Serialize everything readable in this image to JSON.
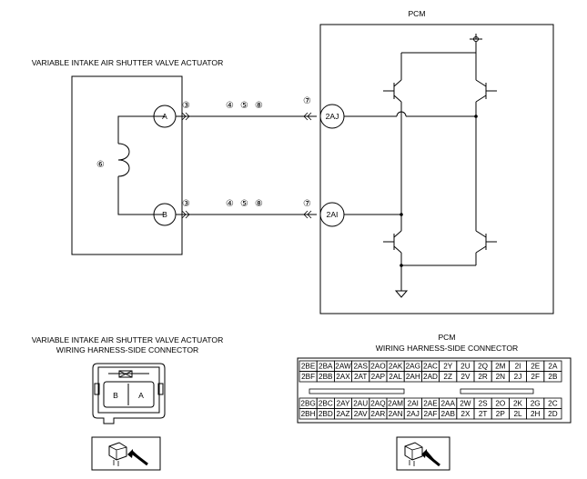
{
  "labels": {
    "pcm_title": "PCM",
    "actuator_title": "VARIABLE INTAKE AIR SHUTTER VALVE ACTUATOR",
    "actuator_connector_line1": "VARIABLE INTAKE AIR SHUTTER VALVE ACTUATOR",
    "actuator_connector_line2": "WIRING HARNESS-SIDE CONNECTOR",
    "pcm_connector_line1": "PCM",
    "pcm_connector_line2": "WIRING HARNESS-SIDE CONNECTOR"
  },
  "actuator_terminals": {
    "a": "A",
    "b": "B"
  },
  "pcm_terminals": {
    "a": "2AJ",
    "b": "2AI"
  },
  "callouts": {
    "c3": "③",
    "c4": "④",
    "c5": "⑤",
    "c6": "⑥",
    "c7": "⑦",
    "c8": "⑧"
  },
  "actuator_connector_cells": [
    "B",
    "A"
  ],
  "pcm_connector": {
    "upper_rows": [
      [
        "2BE",
        "2BA",
        "2AW",
        "2AS",
        "2AO",
        "2AK",
        "2AG",
        "2AC",
        "2Y",
        "2U",
        "2Q",
        "2M",
        "2I",
        "2E",
        "2A"
      ],
      [
        "2BF",
        "2BB",
        "2AX",
        "2AT",
        "2AP",
        "2AL",
        "2AH",
        "2AD",
        "2Z",
        "2V",
        "2R",
        "2N",
        "2J",
        "2F",
        "2B"
      ]
    ],
    "lower_rows": [
      [
        "2BG",
        "2BC",
        "2AY",
        "2AU",
        "2AQ",
        "2AM",
        "2AI",
        "2AE",
        "2AA",
        "2W",
        "2S",
        "2O",
        "2K",
        "2G",
        "2C"
      ],
      [
        "2BH",
        "2BD",
        "2AZ",
        "2AV",
        "2AR",
        "2AN",
        "2AJ",
        "2AF",
        "2AB",
        "2X",
        "2T",
        "2P",
        "2L",
        "2H",
        "2D"
      ]
    ]
  }
}
